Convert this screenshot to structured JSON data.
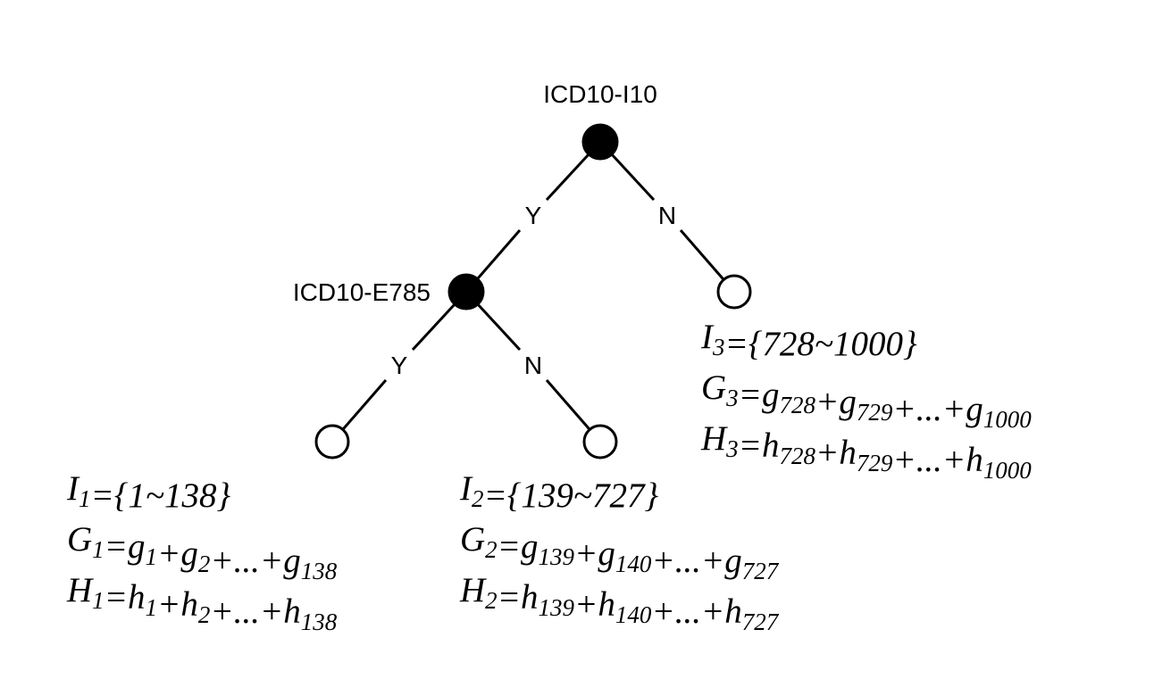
{
  "nodes": {
    "root": {
      "label": "ICD10-I10",
      "filled": true
    },
    "left": {
      "label": "ICD10-E785",
      "filled": true
    }
  },
  "edges": {
    "root_yes": "Y",
    "root_no": "N",
    "left_yes": "Y",
    "left_no": "N"
  },
  "leaves": [
    {
      "lines": [
        [
          {
            "t": "I",
            "s": "1"
          },
          {
            "t": "={1~138}"
          }
        ],
        [
          {
            "t": "G",
            "s": "1"
          },
          {
            "t": "=g",
            "s": "1"
          },
          {
            "t": "+g",
            "s": "2"
          },
          {
            "t": "+...+g",
            "s": "138"
          }
        ],
        [
          {
            "t": "H",
            "s": "1"
          },
          {
            "t": "=h",
            "s": "1"
          },
          {
            "t": "+h",
            "s": "2"
          },
          {
            "t": "+...+h",
            "s": "138"
          }
        ]
      ]
    },
    {
      "lines": [
        [
          {
            "t": "I",
            "s": "2"
          },
          {
            "t": "={139~727}"
          }
        ],
        [
          {
            "t": "G",
            "s": "2"
          },
          {
            "t": "=g",
            "s": "139"
          },
          {
            "t": "+g",
            "s": "140"
          },
          {
            "t": "+...+g",
            "s": "727"
          }
        ],
        [
          {
            "t": "H",
            "s": "2"
          },
          {
            "t": "=h",
            "s": "139"
          },
          {
            "t": "+h",
            "s": "140"
          },
          {
            "t": "+...+h",
            "s": "727"
          }
        ]
      ]
    },
    {
      "lines": [
        [
          {
            "t": "I",
            "s": "3"
          },
          {
            "t": "={728~1000}"
          }
        ],
        [
          {
            "t": "G",
            "s": "3"
          },
          {
            "t": "=g",
            "s": "728"
          },
          {
            "t": "+g",
            "s": "729"
          },
          {
            "t": "+...+g",
            "s": "1000"
          }
        ],
        [
          {
            "t": "H",
            "s": "3"
          },
          {
            "t": "=h",
            "s": "728"
          },
          {
            "t": "+h",
            "s": "729"
          },
          {
            "t": "+...+h",
            "s": "1000"
          }
        ]
      ]
    }
  ]
}
